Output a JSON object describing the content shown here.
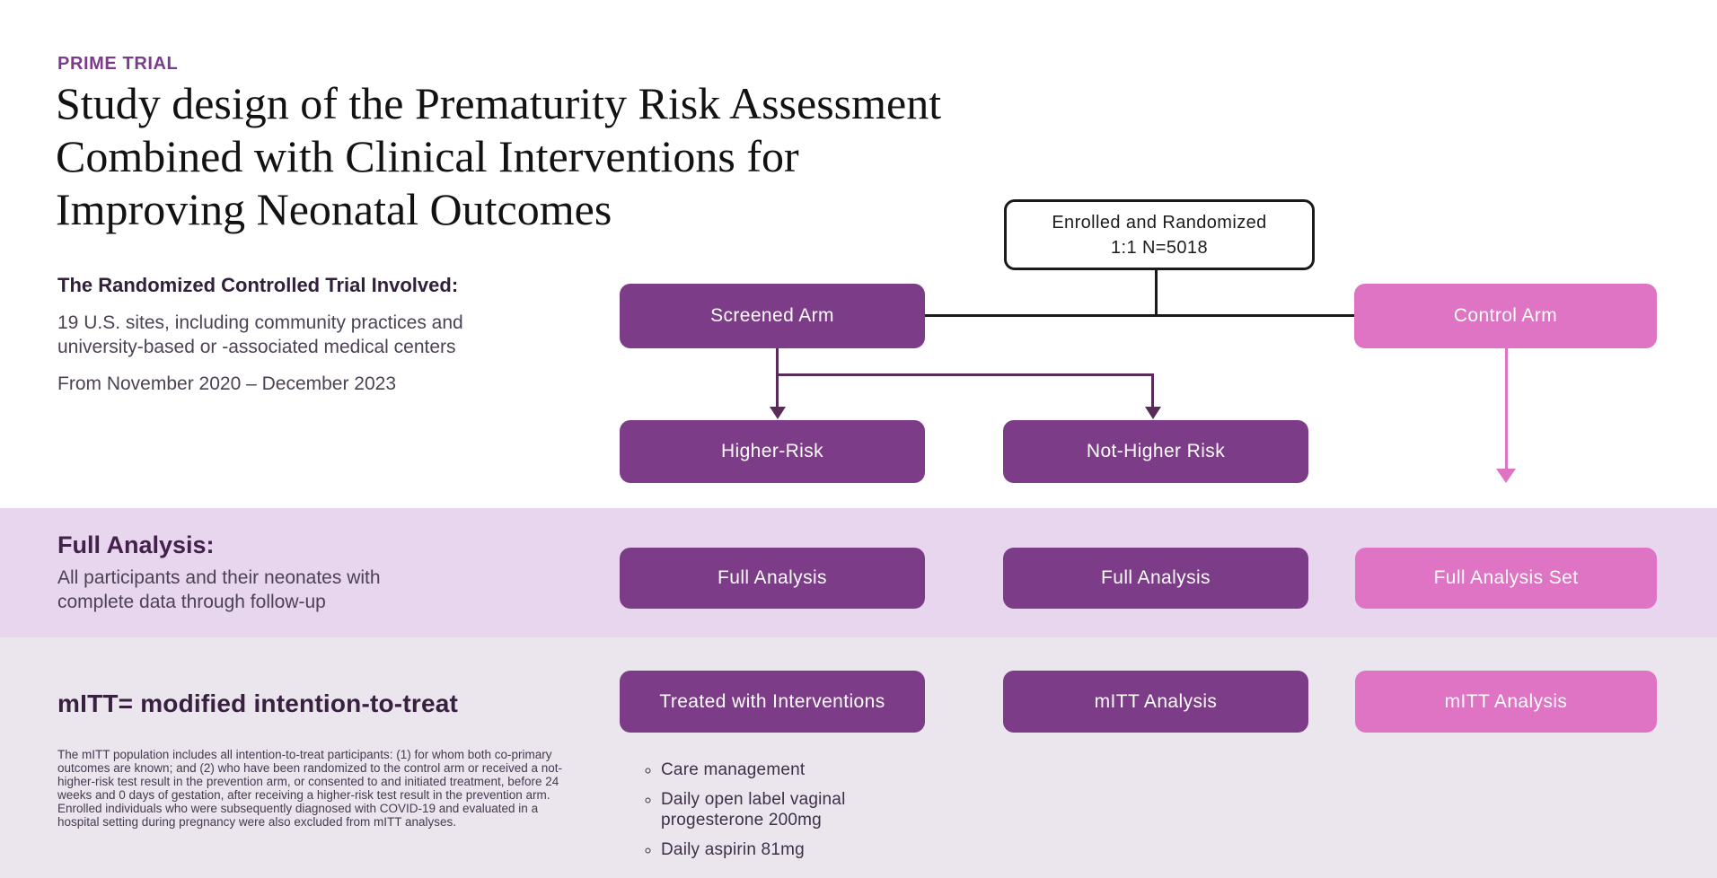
{
  "header": {
    "eyebrow": "PRIME TRIAL",
    "title": "Study design of the Prematurity Risk Assessment\nCombined with Clinical Interventions for\nImproving Neonatal Outcomes"
  },
  "intro": {
    "heading": "The Randomized Controlled Trial Involved:",
    "body": "19 U.S. sites, including community practices and\nuniversity-based or -associated medical centers",
    "dates": "From November 2020 – December 2023"
  },
  "flow": {
    "enrolled": "Enrolled and Randomized\n1:1 N=5018",
    "screened_arm": "Screened Arm",
    "control_arm": "Control Arm",
    "higher_risk": "Higher-Risk",
    "not_higher_risk": "Not-Higher Risk"
  },
  "full_analysis_band": {
    "heading": "Full Analysis:",
    "body": "All participants and their neonates with\ncomplete data through follow-up",
    "boxes": [
      "Full Analysis",
      "Full Analysis",
      "Full Analysis Set"
    ]
  },
  "mitt_band": {
    "heading": "mITT= modified intention-to-treat",
    "fine_print": "The mITT population includes all intention-to-treat participants: (1) for whom both co-primary outcomes are known; and (2) who have been randomized to the control arm or received a not-higher-risk test result in the prevention arm, or consented to and initiated treatment, before 24 weeks and 0 days of gestation, after receiving a higher-risk test result in the prevention arm. Enrolled individuals who were subsequently diagnosed with COVID-19 and evaluated in a hospital setting during pregnancy were also excluded from mITT analyses.",
    "boxes": [
      "Treated with Interventions",
      "mITT Analysis",
      "mITT Analysis"
    ],
    "bullets": [
      "Care management",
      "Daily open label vaginal progesterone 200mg",
      "Daily aspirin 81mg"
    ]
  },
  "colors": {
    "purple": "#7d3c87",
    "pink": "#de74c3",
    "dark_connector": "#582b58",
    "ink": "#1a1a1a",
    "band_light": "#e8d5ee",
    "band_gray": "#ebe5ee",
    "eyebrow_purple": "#7b3c8c"
  }
}
